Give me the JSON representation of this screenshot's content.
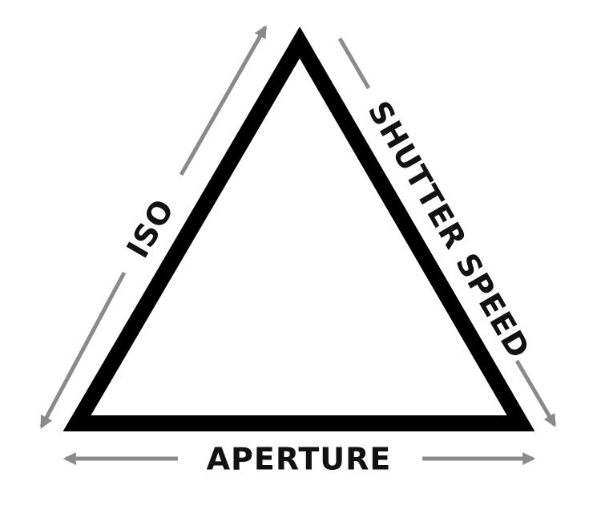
{
  "labels": {
    "iso": "ISO",
    "shutter_speed": "SHUTTER SPEED",
    "aperture": "APERTURE"
  },
  "colors": {
    "triangle": "#000000",
    "arrow": "#8a8a8a",
    "text": "#111111",
    "background": "#ffffff"
  }
}
